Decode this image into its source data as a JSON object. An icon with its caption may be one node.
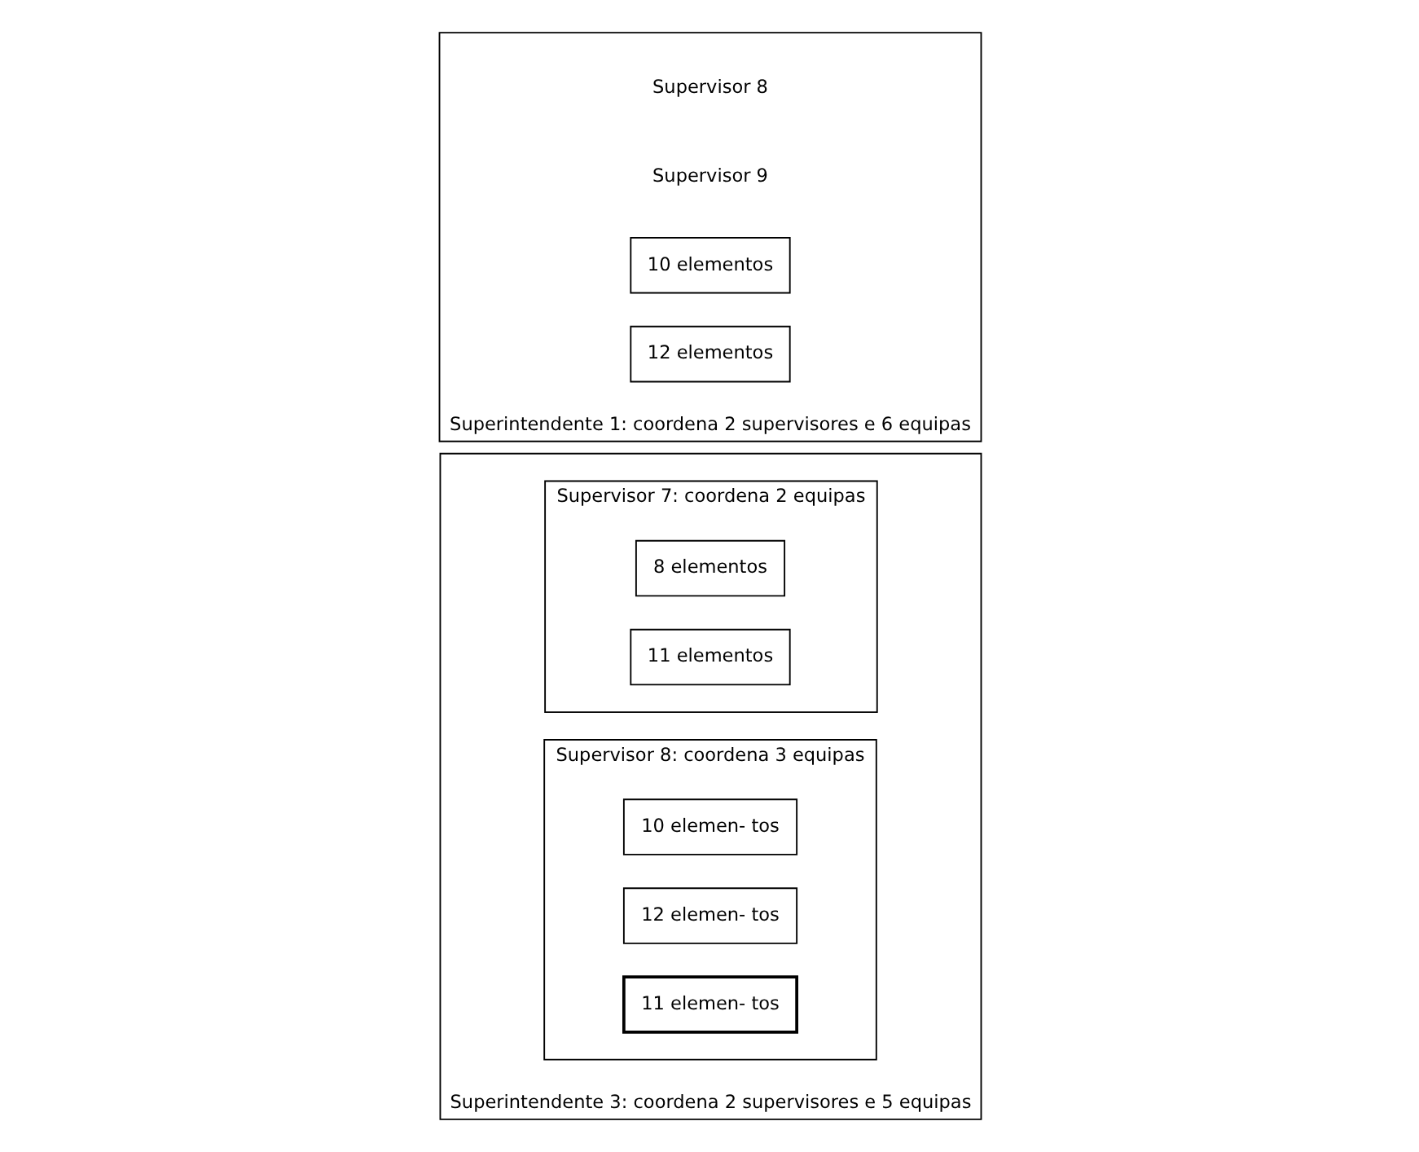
{
  "diagram": {
    "nodes": [
      {
        "text": [
          "Superintendente 3: coordena 2 supervisores e 5 equipas"
        ]
      },
      {
        "text": [
          "Supervisor 7: coordena 2 equipas"
        ],
        "in": 0
      },
      {
        "text": [
          "8 elementos"
        ],
        "in": 1
      },
      {
        "text": [
          "11 elementos"
        ],
        "in": 1
      },
      {
        "text": [
          "Supervisor 8: coordena 3 equipas"
        ],
        "in": 0
      },
      {
        "text": [
          "10 elemen- tos"
        ],
        "in": 4
      },
      {
        "text": [
          "12 elemen- tos"
        ],
        "in": 4
      },
      {
        "text": [
          "11 elemen- tos"
        ],
        "in": 4
      },
      {
        "text": [
          "Superintendente 1: coordena 2 supervisores e 6 equipas"
        ]
      },
      {
        "text": [
          "10 elementos"
        ],
        "in": 8
      },
      {
        "text": [
          "12 elementos"
        ],
        "in": 8
      }
    ],
    "edges": [],
    "labels": [
      "Supervisor 8",
      "Supervisor 9"
    ]
  }
}
